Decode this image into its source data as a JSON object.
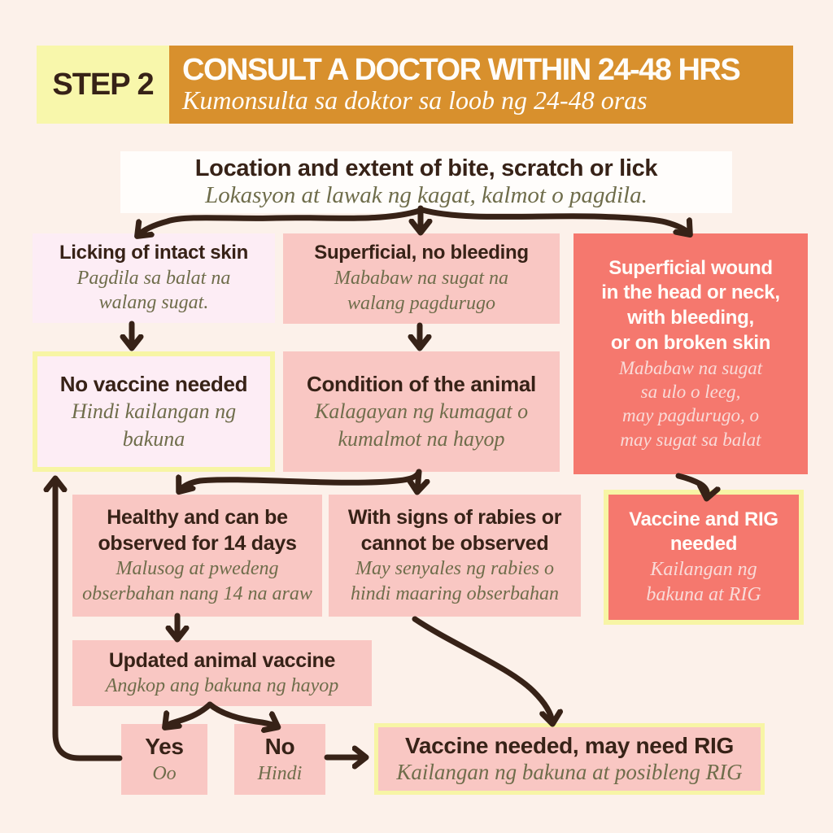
{
  "header": {
    "step_label": "STEP 2",
    "title": "CONSULT A DOCTOR WITHIN 24-48 HRS",
    "subtitle": "Kumonsulta sa doktor sa loob ng 24-48 oras"
  },
  "root": {
    "title": "Location and extent of bite, scratch or lick",
    "subtitle": "Lokasyon at lawak ng kagat, kalmot o pagdila."
  },
  "nodes": {
    "licking": {
      "title": "Licking of intact skin",
      "subtitle": "Pagdila sa balat na\nwalang sugat."
    },
    "superficial": {
      "title": "Superficial, no bleeding",
      "subtitle": "Mababaw na sugat na\nwalang pagdurugo"
    },
    "head_neck": {
      "title": "Superficial wound\nin the head or neck,\nwith bleeding,\nor on broken skin",
      "subtitle": "Mababaw na sugat\nsa ulo o leeg,\nmay pagdurugo, o\nmay sugat sa balat"
    },
    "no_vaccine": {
      "title": "No vaccine needed",
      "subtitle": "Hindi kailangan ng\nbakuna"
    },
    "condition": {
      "title": "Condition of the animal",
      "subtitle": "Kalagayan ng kumagat o\nkumalmot na hayop"
    },
    "vaccine_rig": {
      "title": "Vaccine and RIG\nneeded",
      "subtitle": "Kailangan ng\nbakuna at RIG"
    },
    "healthy": {
      "title": "Healthy and can be\nobserved for 14 days",
      "subtitle": "Malusog at pwedeng\nobserbahan nang 14 na araw"
    },
    "signs": {
      "title": "With signs of rabies or\ncannot be observed",
      "subtitle": "May senyales ng rabies o\nhindi maaring obserbahan"
    },
    "updated": {
      "title": "Updated animal vaccine",
      "subtitle": "Angkop ang bakuna ng hayop"
    },
    "yes": {
      "title": "Yes",
      "subtitle": "Oo"
    },
    "no": {
      "title": "No",
      "subtitle": "Hindi"
    },
    "final": {
      "title": "Vaccine needed, may need RIG",
      "subtitle": "Kailangan ng bakuna at posibleng RIG"
    }
  },
  "colors": {
    "bg": "#fcf1ea",
    "pink": "#f9c7c3",
    "pale": "#fdedf5",
    "salmon": "#f5786e",
    "orange": "#d8902d",
    "step-yellow": "#f8f7ab",
    "border-yellow": "#f7f5a5",
    "ink": "#372217",
    "olive": "#6f6d4b",
    "white-text": "#fffdf9",
    "pale-on-salmon": "#f9dbd8",
    "white-box": "#fffdfb"
  }
}
